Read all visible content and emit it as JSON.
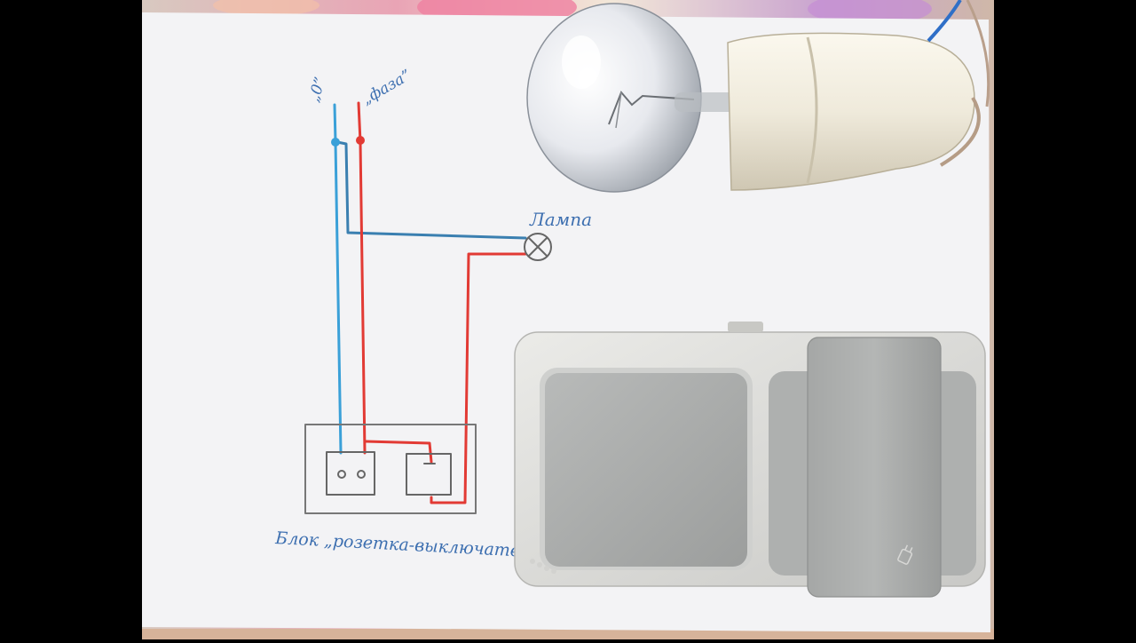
{
  "labels": {
    "neutral": "„0”",
    "phase": "„фаза”",
    "lamp": "Лампа",
    "block": "Блок „розетка-выключатель"
  },
  "colors": {
    "background": "#000000",
    "paper": "#f3f3f5",
    "neutral_wire": "#3aa0d8",
    "phase_wire": "#e23a34",
    "neutral_wire_label": "blue",
    "phase_wire_label": "red",
    "device_body": "#dcdcd9",
    "device_key": "#a9abaa",
    "lamp_socket": "#efeadb"
  },
  "icons": {
    "lamp_symbol": "lamp-cross-circle-icon",
    "socket_symbol": "socket-two-hole-icon",
    "switch_symbol": "switch-square-icon",
    "lid_symbol": "plug-icon"
  }
}
